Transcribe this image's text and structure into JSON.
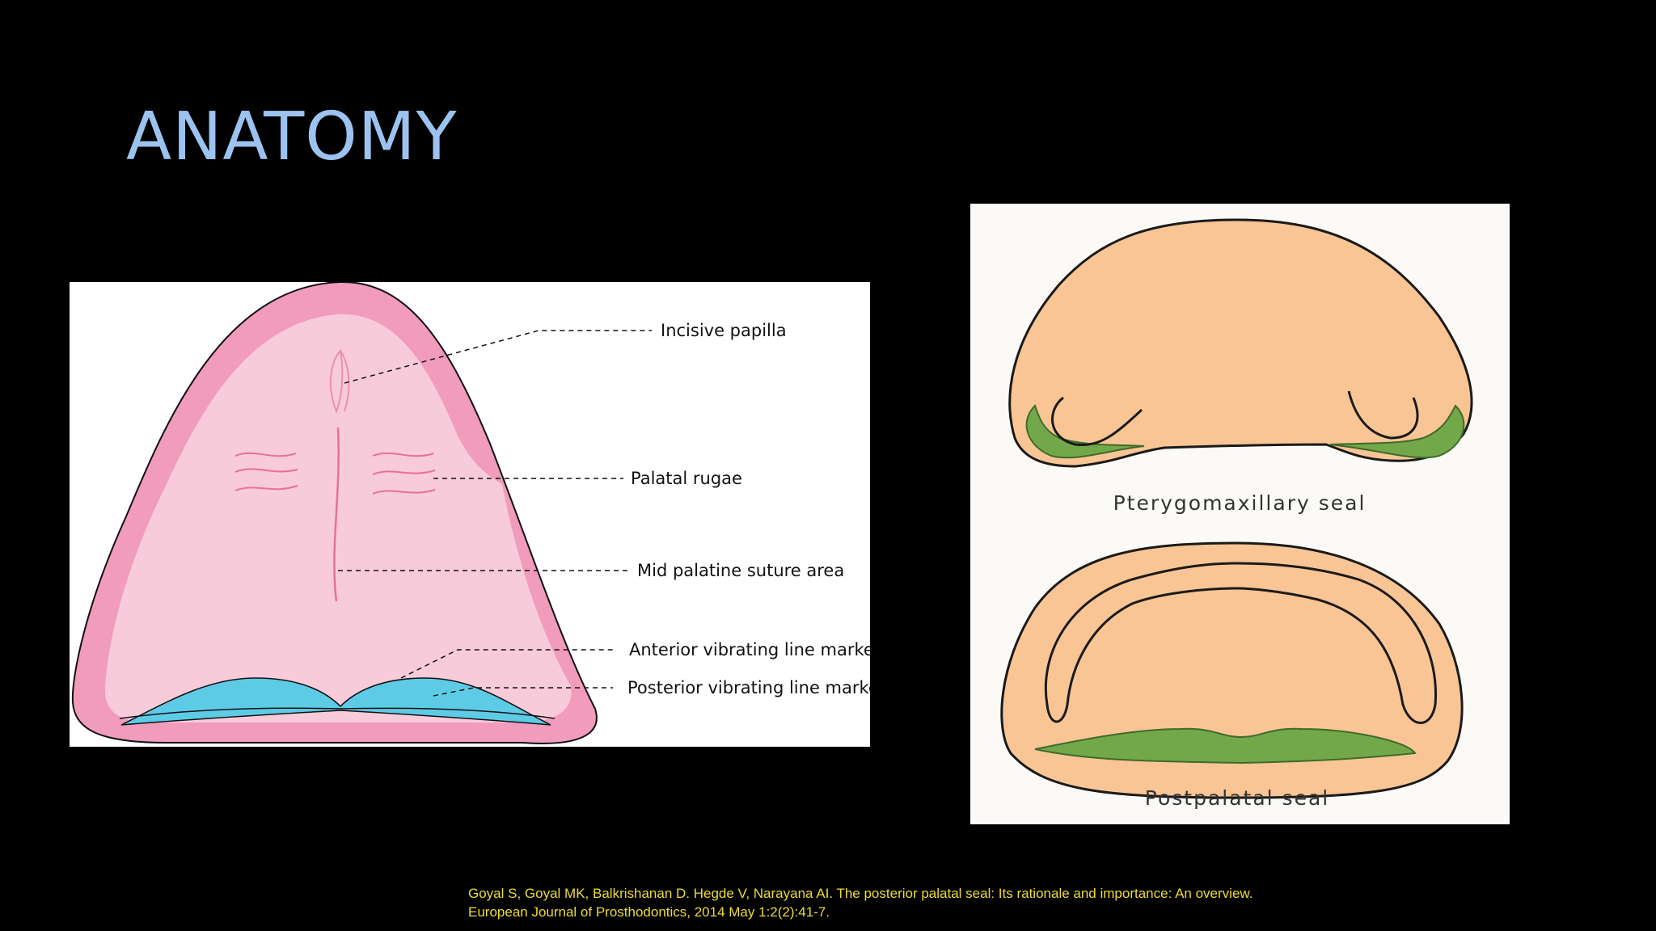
{
  "slide": {
    "title": "ANATOMY"
  },
  "figure_left": {
    "labels": {
      "incisive_papilla": "Incisive papilla",
      "palatal_rugae": "Palatal rugae",
      "mid_palatine": "Mid palatine suture area",
      "anterior_vibrating": "Anterior vibrating line marked",
      "posterior_vibrating": "Posterior vibrating line marked"
    },
    "colors": {
      "outer": "#f19bbd",
      "inner": "#f8cbdb",
      "blue": "#5ecbe6"
    }
  },
  "figure_right": {
    "labels": {
      "pterygomaxillary": "Pterygomaxillary seal",
      "postpalatal": "Postpalatal seal"
    },
    "colors": {
      "tissue": "#f9c595",
      "seal": "#72a84a"
    }
  },
  "citation": {
    "line1": "Goyal S, Goyal MK, Balkrishanan D. Hegde V, Narayana AI. The posterior palatal seal: Its rationale and importance: An overview.",
    "line2": "European Journal of Prosthodontics, 2014 May 1:2(2):41-7."
  }
}
